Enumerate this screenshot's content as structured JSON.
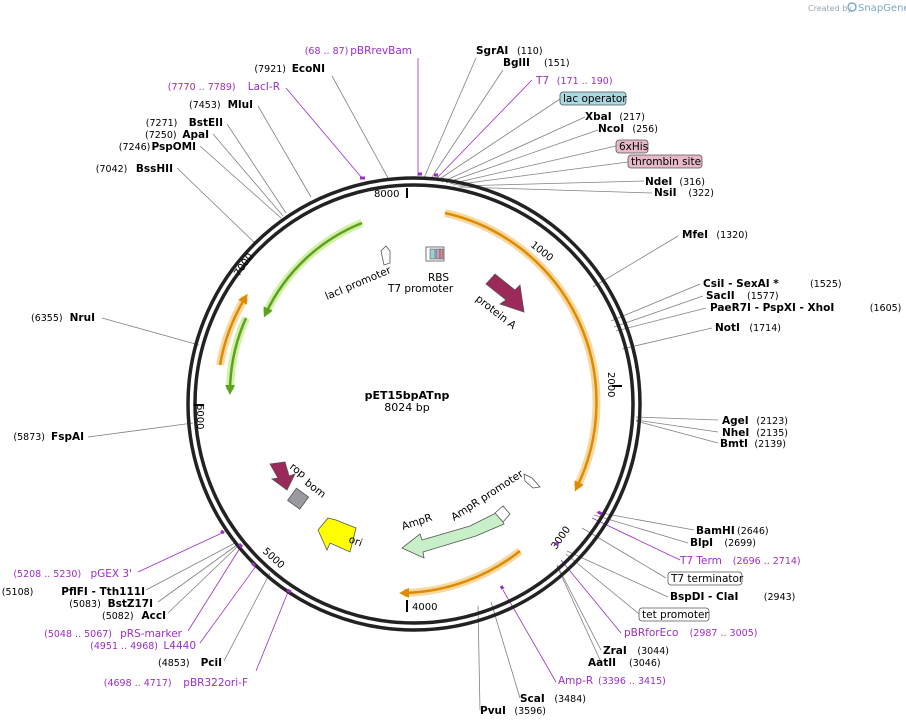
{
  "credit": {
    "prefix": "Created by",
    "brand": "SnapGene"
  },
  "map": {
    "name": "pET15bpATnp",
    "size_label": "8024 bp",
    "total_bp": 8024
  },
  "ticks": [
    {
      "label": "1000",
      "bp": 1000
    },
    {
      "label": "2000",
      "bp": 2000
    },
    {
      "label": "3000",
      "bp": 3000
    },
    {
      "label": "4000",
      "bp": 4000
    },
    {
      "label": "5000",
      "bp": 5000
    },
    {
      "label": "6000",
      "bp": 6000
    },
    {
      "label": "7000",
      "bp": 7000
    },
    {
      "label": "8000",
      "bp": 8000
    }
  ],
  "sites": [
    {
      "name": "SgrAI",
      "pos": "(110)",
      "bp": 110
    },
    {
      "name": "BglII",
      "pos": "(151)",
      "bp": 151
    },
    {
      "name": "XbaI",
      "pos": "(217)",
      "bp": 217
    },
    {
      "name": "NcoI",
      "pos": "(256)",
      "bp": 256
    },
    {
      "name": "NdeI",
      "pos": "(316)",
      "bp": 316
    },
    {
      "name": "NsiI",
      "pos": "(322)",
      "bp": 322
    },
    {
      "name": "MfeI",
      "pos": "(1320)",
      "bp": 1320
    },
    {
      "name": "CsiI  - SexAI *",
      "pos": "(1525)",
      "bp": 1525
    },
    {
      "name": "SacII",
      "pos": "(1577)",
      "bp": 1577
    },
    {
      "name": "PaeR7I  - PspXI  - XhoI",
      "pos": "(1605)",
      "bp": 1605
    },
    {
      "name": "NotI",
      "pos": "(1714)",
      "bp": 1714
    },
    {
      "name": "AgeI",
      "pos": "(2123)",
      "bp": 2123
    },
    {
      "name": "NheI",
      "pos": "(2135)",
      "bp": 2135
    },
    {
      "name": "BmtI",
      "pos": "(2139)",
      "bp": 2139
    },
    {
      "name": "BamHI",
      "pos": "(2646)",
      "bp": 2646
    },
    {
      "name": "BlpI",
      "pos": "(2699)",
      "bp": 2699
    },
    {
      "name": "BspDI  - ClaI",
      "pos": "(2943)",
      "bp": 2943
    },
    {
      "name": "ZraI",
      "pos": "(3044)",
      "bp": 3044
    },
    {
      "name": "AatII",
      "pos": "(3046)",
      "bp": 3046
    },
    {
      "name": "ScaI",
      "pos": "(3484)",
      "bp": 3484
    },
    {
      "name": "PvuI",
      "pos": "(3596)",
      "bp": 3596
    },
    {
      "name": "PciI",
      "pos": "(4853)",
      "bp": 4853
    },
    {
      "name": "AccI",
      "pos": "(5082)",
      "bp": 5082
    },
    {
      "name": "BstZ17I",
      "pos": "(5083)",
      "bp": 5083
    },
    {
      "name": "PflFI  - Tth111I",
      "pos": "(5108)",
      "bp": 5108
    },
    {
      "name": "FspAI",
      "pos": "(5873)",
      "bp": 5873
    },
    {
      "name": "NruI",
      "pos": "(6355)",
      "bp": 6355
    },
    {
      "name": "BssHII",
      "pos": "(7042)",
      "bp": 7042
    },
    {
      "name": "PspOMI",
      "pos": "(7246)",
      "bp": 7246
    },
    {
      "name": "ApaI",
      "pos": "(7250)",
      "bp": 7250
    },
    {
      "name": "BstEII",
      "pos": "(7271)",
      "bp": 7271
    },
    {
      "name": "MluI",
      "pos": "(7453)",
      "bp": 7453
    },
    {
      "name": "EcoNI",
      "pos": "(7921)",
      "bp": 7921
    }
  ],
  "primers": [
    {
      "name": "pBRrevBam",
      "range": "(68 .. 87)"
    },
    {
      "name": "T7",
      "range": "(171 .. 190)"
    },
    {
      "name": "T7 Term",
      "range": "(2696 .. 2714)"
    },
    {
      "name": "pBRforEco",
      "range": "(2987 .. 3005)"
    },
    {
      "name": "Amp-R",
      "range": "(3396 .. 3415)"
    },
    {
      "name": "pBR322ori-F",
      "range": "(4698 .. 4717)"
    },
    {
      "name": "L4440",
      "range": "(4951 .. 4968)"
    },
    {
      "name": "pRS-marker",
      "range": "(5048 .. 5067)"
    },
    {
      "name": "pGEX 3'",
      "range": "(5208 .. 5230)"
    },
    {
      "name": "LacI-R",
      "range": "(7770 .. 7789)"
    }
  ],
  "boxed_features": [
    {
      "name": "lac operator",
      "color": "#a8d8e0"
    },
    {
      "name": "6xHis",
      "color": "#e6b8c8"
    },
    {
      "name": "thrombin site",
      "color": "#e6b8c8"
    },
    {
      "name": "T7 terminator",
      "color": "#ffffff"
    },
    {
      "name": "tet promoter",
      "color": "#ffffff"
    }
  ],
  "inner_features": [
    {
      "name": "protein A",
      "color": "#9b2a5a"
    },
    {
      "name": "RBS"
    },
    {
      "name": "T7 promoter"
    },
    {
      "name": "lacI promoter"
    },
    {
      "name": "rop",
      "color": "#9b2a5a"
    },
    {
      "name": "bom",
      "color": "#9a9aa0"
    },
    {
      "name": "ori",
      "color": "#ffff00"
    },
    {
      "name": "AmpR",
      "color": "#c8f0c8"
    },
    {
      "name": "AmpR promoter"
    }
  ],
  "colors": {
    "backbone": "#222222",
    "enzyme_line": "#808080",
    "primer": "#9b2ec6",
    "orf_fill": "#e08a00",
    "orf_halo": "#f6d9a0",
    "lac_fill": "#5ea020",
    "lac_halo": "#d2f0a6"
  }
}
